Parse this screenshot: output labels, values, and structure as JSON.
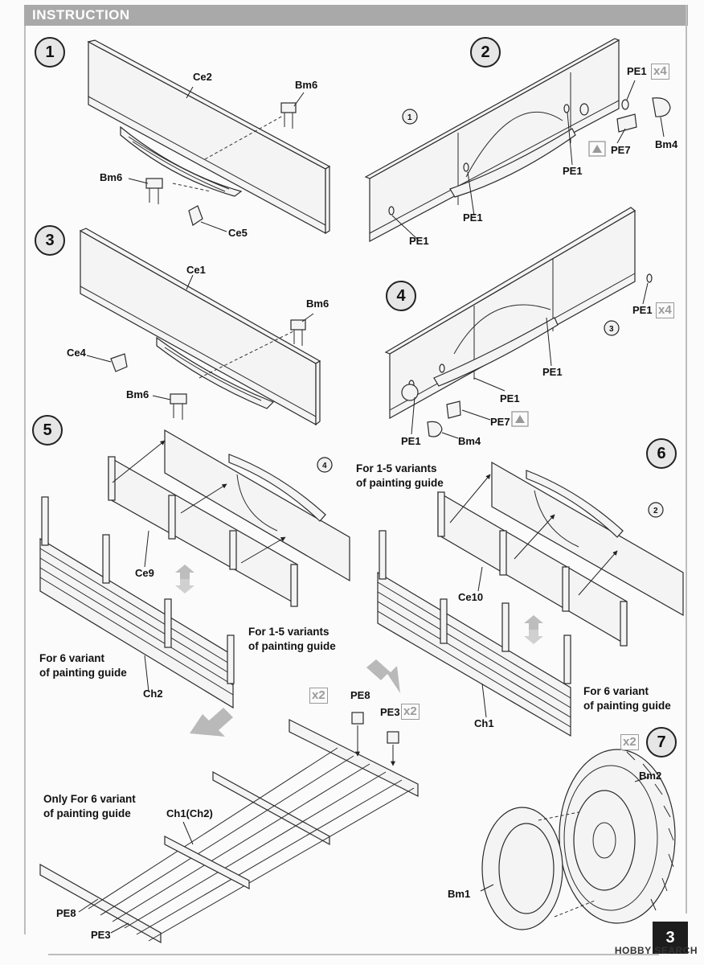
{
  "header": {
    "title": "INSTRUCTION"
  },
  "steps": [
    "1",
    "2",
    "3",
    "4",
    "5",
    "6",
    "7"
  ],
  "sub_steps": {
    "s2_ref": "1",
    "s4_ref": "3",
    "s5_ref": "4",
    "s6_ref": "2"
  },
  "step1": {
    "labels": {
      "ce2": "Ce2",
      "bm6_a": "Bm6",
      "bm6_b": "Bm6",
      "ce5": "Ce5"
    }
  },
  "step2": {
    "labels": {
      "pe1_a": "PE1",
      "pe1_b": "PE1",
      "pe1_c": "PE1",
      "pe1_d": "PE1",
      "pe7": "PE7",
      "bm4": "Bm4"
    },
    "qty": "x4"
  },
  "step3": {
    "labels": {
      "ce1": "Ce1",
      "bm6_a": "Bm6",
      "bm6_b": "Bm6",
      "ce4": "Ce4"
    }
  },
  "step4": {
    "labels": {
      "pe1_a": "PE1",
      "pe1_b": "PE1",
      "pe1_c": "PE1",
      "pe1_d": "PE1",
      "pe7": "PE7",
      "bm4": "Bm4"
    },
    "qty": "x4"
  },
  "step5": {
    "labels": {
      "ce9": "Ce9",
      "ch2": "Ch2"
    },
    "note_variants": "For 1-5 variants\nof painting guide",
    "note_variant6": "For 6 variant\nof painting guide"
  },
  "step6": {
    "labels": {
      "ce10": "Ce10",
      "ch1": "Ch1"
    },
    "note_variants": "For 1-5 variants\nof painting guide",
    "note_variant6": "For 6 variant\nof painting guide"
  },
  "floor": {
    "labels": {
      "pe8_a": "PE8",
      "pe3_a": "PE3",
      "ch1ch2": "Ch1(Ch2)",
      "pe8_b": "PE8",
      "pe3_b": "PE3"
    },
    "qty_pe8": "x2",
    "qty_pe3": "x2",
    "note": "Only For 6 variant\nof painting guide"
  },
  "step7": {
    "labels": {
      "bm2": "Bm2",
      "bm1": "Bm1"
    },
    "qty": "x2"
  },
  "footer": {
    "page_number": "3",
    "watermark": "HOBBY SEARCH"
  }
}
